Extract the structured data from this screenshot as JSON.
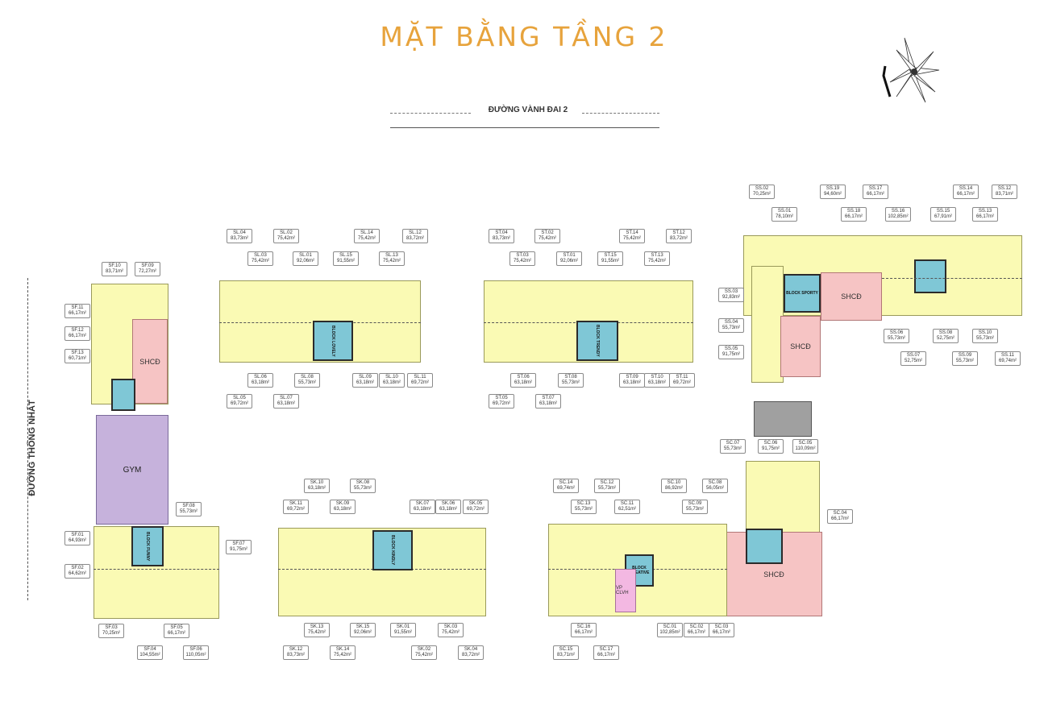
{
  "title": "MẶT BẰNG TẦNG 2",
  "roads": {
    "top": "ĐƯỜNG VÀNH ĐAI 2",
    "left": "ĐƯỜNG THỐNG NHẤT"
  },
  "labels": {
    "shcd": "SHCĐ",
    "gym": "GYM",
    "vp": "VP CLVH"
  },
  "blocks": {
    "lovely": "BLOCK LOVELY",
    "trendy": "BLOCK TRENDY",
    "sporty": "BLOCK SPORTY",
    "funny": "BLOCK FUNNY",
    "kindly": "BLOCK KINDLY",
    "creative": "BLOCK CREATIVE"
  },
  "colors": {
    "apartment": "#fafab4",
    "shcd": "#f6c4c4",
    "gym": "#c6b2dc",
    "core": "#7fc7d6",
    "vp": "#f3b8e2",
    "title": "#e7a33c"
  },
  "units": [
    {
      "code": "SF.10",
      "area": "83,71m²"
    },
    {
      "code": "SF.09",
      "area": "72,27m²"
    },
    {
      "code": "SF.11",
      "area": "66,17m²"
    },
    {
      "code": "SF.12",
      "area": "66,17m²"
    },
    {
      "code": "SF.13",
      "area": "60,71m²"
    },
    {
      "code": "SF.08",
      "area": "55,73m²"
    },
    {
      "code": "SF.01",
      "area": "64,93m²"
    },
    {
      "code": "SF.02",
      "area": "64,62m²"
    },
    {
      "code": "SF.07",
      "area": "91,75m²"
    },
    {
      "code": "SF.03",
      "area": "70,25m²"
    },
    {
      "code": "SF.05",
      "area": "66,17m²"
    },
    {
      "code": "SF.04",
      "area": "104,55m²"
    },
    {
      "code": "SF.06",
      "area": "110,05m²"
    },
    {
      "code": "SL.04",
      "area": "83,73m²"
    },
    {
      "code": "SL.02",
      "area": "75,42m²"
    },
    {
      "code": "SL.14",
      "area": "75,42m²"
    },
    {
      "code": "SL.12",
      "area": "83,72m²"
    },
    {
      "code": "SL.03",
      "area": "75,42m²"
    },
    {
      "code": "SL.01",
      "area": "92,06m²"
    },
    {
      "code": "SL.15",
      "area": "91,55m²"
    },
    {
      "code": "SL.13",
      "area": "75,42m²"
    },
    {
      "code": "SL.06",
      "area": "63,18m²"
    },
    {
      "code": "SL.08",
      "area": "55,73m²"
    },
    {
      "code": "SL.09",
      "area": "63,18m²"
    },
    {
      "code": "SL.10",
      "area": "63,18m²"
    },
    {
      "code": "SL.11",
      "area": "69,72m²"
    },
    {
      "code": "SL.05",
      "area": "69,72m²"
    },
    {
      "code": "SL.07",
      "area": "63,18m²"
    },
    {
      "code": "ST.04",
      "area": "83,73m²"
    },
    {
      "code": "ST.02",
      "area": "75,42m²"
    },
    {
      "code": "ST.14",
      "area": "75,42m²"
    },
    {
      "code": "ST.12",
      "area": "83,72m²"
    },
    {
      "code": "ST.03",
      "area": "75,42m²"
    },
    {
      "code": "ST.01",
      "area": "92,06m²"
    },
    {
      "code": "ST.15",
      "area": "91,55m²"
    },
    {
      "code": "ST.13",
      "area": "75,42m²"
    },
    {
      "code": "ST.06",
      "area": "63,18m²"
    },
    {
      "code": "ST.08",
      "area": "55,73m²"
    },
    {
      "code": "ST.09",
      "area": "63,18m²"
    },
    {
      "code": "ST.10",
      "area": "63,18m²"
    },
    {
      "code": "ST.11",
      "area": "69,72m²"
    },
    {
      "code": "ST.05",
      "area": "69,72m²"
    },
    {
      "code": "ST.07",
      "area": "63,18m²"
    },
    {
      "code": "SS.02",
      "area": "70,25m²"
    },
    {
      "code": "SS.19",
      "area": "94,60m²"
    },
    {
      "code": "SS.17",
      "area": "66,17m²"
    },
    {
      "code": "SS.14",
      "area": "66,17m²"
    },
    {
      "code": "SS.12",
      "area": "83,71m²"
    },
    {
      "code": "SS.01",
      "area": "78,10m²"
    },
    {
      "code": "SS.18",
      "area": "66,17m²"
    },
    {
      "code": "SS.16",
      "area": "102,85m²"
    },
    {
      "code": "SS.15",
      "area": "67,91m²"
    },
    {
      "code": "SS.13",
      "area": "66,17m²"
    },
    {
      "code": "SS.03",
      "area": "92,83m²"
    },
    {
      "code": "SS.04",
      "area": "55,73m²"
    },
    {
      "code": "SS.05",
      "area": "91,75m²"
    },
    {
      "code": "SS.06",
      "area": "55,73m²"
    },
    {
      "code": "SS.08",
      "area": "52,75m²"
    },
    {
      "code": "SS.10",
      "area": "55,73m²"
    },
    {
      "code": "SS.07",
      "area": "52,75m²"
    },
    {
      "code": "SS.09",
      "area": "55,73m²"
    },
    {
      "code": "SS.11",
      "area": "69,74m²"
    },
    {
      "code": "SC.07",
      "area": "55,73m²"
    },
    {
      "code": "SC.06",
      "area": "91,75m²"
    },
    {
      "code": "SC.05",
      "area": "110,09m²"
    },
    {
      "code": "SC.04",
      "area": "66,17m²"
    },
    {
      "code": "SC.14",
      "area": "69,74m²"
    },
    {
      "code": "SC.12",
      "area": "55,73m²"
    },
    {
      "code": "SC.10",
      "area": "86,92m²"
    },
    {
      "code": "SC.08",
      "area": "56,05m²"
    },
    {
      "code": "SC.13",
      "area": "55,73m²"
    },
    {
      "code": "SC.11",
      "area": "62,51m²"
    },
    {
      "code": "SC.09",
      "area": "55,73m²"
    },
    {
      "code": "SC.16",
      "area": "66,17m²"
    },
    {
      "code": "SC.01",
      "area": "102,85m²"
    },
    {
      "code": "SC.02",
      "area": "66,17m²"
    },
    {
      "code": "SC.03",
      "area": "66,17m²"
    },
    {
      "code": "SC.15",
      "area": "83,71m²"
    },
    {
      "code": "SC.17",
      "area": "66,17m²"
    },
    {
      "code": "SK.10",
      "area": "63,18m²"
    },
    {
      "code": "SK.08",
      "area": "55,73m²"
    },
    {
      "code": "SK.11",
      "area": "69,72m²"
    },
    {
      "code": "SK.09",
      "area": "63,18m²"
    },
    {
      "code": "SK.07",
      "area": "63,18m²"
    },
    {
      "code": "SK.06",
      "area": "63,18m²"
    },
    {
      "code": "SK.05",
      "area": "69,72m²"
    },
    {
      "code": "SK.13",
      "area": "75,42m²"
    },
    {
      "code": "SK.15",
      "area": "92,06m²"
    },
    {
      "code": "SK.01",
      "area": "91,55m²"
    },
    {
      "code": "SK.03",
      "area": "75,42m²"
    },
    {
      "code": "SK.12",
      "area": "83,73m²"
    },
    {
      "code": "SK.14",
      "area": "75,42m²"
    },
    {
      "code": "SK.02",
      "area": "75,42m²"
    },
    {
      "code": "SK.04",
      "area": "83,72m²"
    }
  ]
}
